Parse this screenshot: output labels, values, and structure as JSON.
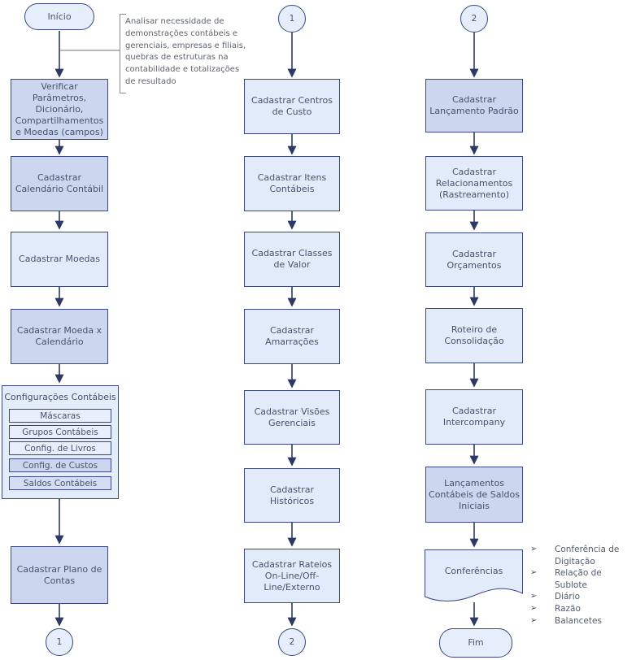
{
  "annotation": "Analisar necessidade de demonstrações contábeis e gerenciais, empresas e filiais, quebras de estruturas na contabilidade e totalizações de resultado",
  "col1": {
    "start": "Início",
    "steps": [
      "Verificar Parâmetros, Dicionário, Compartilhamentos e Moedas (campos)",
      "Cadastrar Calendário Contábil",
      "Cadastrar Moedas",
      "Cadastrar Moeda x Calendário"
    ],
    "group": {
      "title": "Configurações Contábeis",
      "items": [
        "Máscaras",
        "Grupos Contábeis",
        "Config. de Livros",
        "Config. de Custos",
        "Saldos Contábeis"
      ]
    },
    "final_step": "Cadastrar Plano de Contas",
    "off_page_out": "1"
  },
  "col2": {
    "off_page_in": "1",
    "steps": [
      "Cadastrar Centros de Custo",
      "Cadastrar Itens Contábeis",
      "Cadastrar Classes de Valor",
      "Cadastrar Amarrações",
      "Cadastrar Visões Gerenciais",
      "Cadastrar Históricos",
      "Cadastrar Rateios On-Line/Off-Line/Externo"
    ],
    "off_page_out": "2"
  },
  "col3": {
    "off_page_in": "2",
    "steps": [
      "Cadastrar Lançamento Padrão",
      "Cadastrar Relacionamentos (Rastreamento)",
      "Cadastrar Orçamentos",
      "Roteiro de Consolidação",
      "Cadastrar Intercompany",
      "Lançamentos Contábeis de Saldos Iniciais"
    ],
    "document": "Conferências",
    "end": "Fim",
    "bullet_glyph": "➢",
    "checklist": [
      "Conferência de Digitação",
      "Relação de Sublote",
      "Diário",
      "Razão",
      "Balancetes"
    ]
  },
  "colors": {
    "box_light": "#e2ebf9",
    "box_dark": "#ccd6ef",
    "border": "#3a4780",
    "arrow": "#2c3963"
  }
}
